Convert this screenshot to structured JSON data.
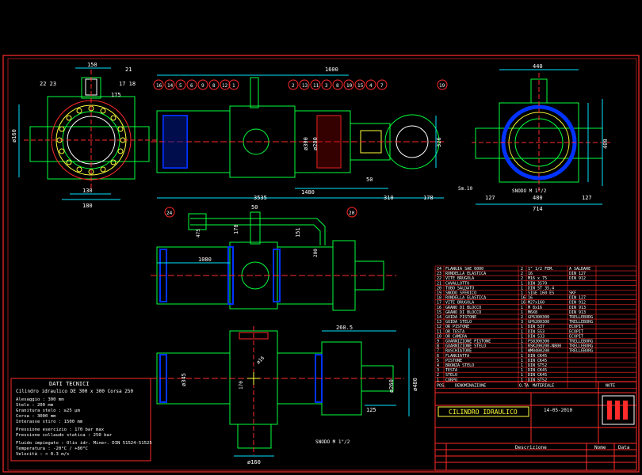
{
  "drawing": {
    "dims": {
      "d150": "150",
      "d21": "21",
      "d22_23": "22 23",
      "d17_18": "17 18",
      "d175": "175",
      "d130": "130",
      "d180": "180",
      "d1600": "1600",
      "d1480": "1480",
      "d3535": "3535",
      "d310": "310",
      "d178": "178",
      "d50": "50",
      "d326": "326",
      "d300": "ø300",
      "d200": "ø200",
      "d440": "440",
      "d400": "400",
      "d127a": "127",
      "d480": "480",
      "d127b": "127",
      "d714": "714",
      "sm10": "Sm.10",
      "d1080": "1080",
      "d170": "170",
      "d151": "151",
      "d125": "125",
      "d260": "ø260",
      "d345": "ø345",
      "d160b": "ø160",
      "d200b": "200",
      "d216": "ø16",
      "d480b": "ø480",
      "d160": "ø160",
      "d2605": "260.5",
      "d24": "24",
      "d20": "20",
      "d19": "19",
      "d1": "1",
      "d75": "475"
    },
    "left_balloons": [
      "16",
      "14",
      "5",
      "6",
      "9",
      "8",
      "12"
    ],
    "mid_balloons": [
      "2",
      "13",
      "11",
      "3",
      "8",
      "10",
      "15",
      "4",
      "7"
    ],
    "notes": {
      "snodo1": "SNODO M 1\"/2",
      "snodo2": "SNODO M 1\"/2"
    }
  },
  "dati": {
    "title": "DATI TECNICI",
    "subtitle": "Cilindro idraulico DE 300 x 300 Corsa 250",
    "lines": [
      "Alesaggio : 300 mm",
      "Stelo : 200 mm",
      "Granitura stelo : ≥25 μm",
      "Corsa : 3000 mm",
      "Interasse stiro : 1500 mm",
      "",
      "Pressione esercizio : 170 bar max",
      "Pressione collaudo statica : 250 bar",
      "",
      "Fluido impiegato : Olio idr. Miner. DIN 51524-51525",
      "Temperatura : -20°C / +80°C",
      "Velocità : < 0.3 m/s"
    ]
  },
  "bom": [
    {
      "n": "24",
      "desc": "FLANGIA SAE 6000",
      "q": "2",
      "mat": "1\" 1/2  FEM.",
      "note": "A SALDARE"
    },
    {
      "n": "23",
      "desc": "RONDELLA ELASTICA",
      "q": "2",
      "mat": "16",
      "note": "DIN 127"
    },
    {
      "n": "22",
      "desc": "VITE BRUGOLA",
      "q": "2",
      "mat": "M16 x 75",
      "note": "DIN 912"
    },
    {
      "n": "21",
      "desc": "CAVALLOTTO",
      "q": "1",
      "mat": "DIN 3570",
      "note": ""
    },
    {
      "n": "20",
      "desc": "TUBO SALDATO",
      "q": "1",
      "mat": "DIN ST 35.4",
      "note": ""
    },
    {
      "n": "19",
      "desc": "SNODO SFERICO",
      "q": "1",
      "mat": "SIGE 160 ES",
      "note": "SKF"
    },
    {
      "n": "18",
      "desc": "RONDELLA ELASTICA",
      "q": "16",
      "mat": "16",
      "note": "DIN 127"
    },
    {
      "n": "17",
      "desc": "VITE BRUGOLA",
      "q": "16",
      "mat": "M27x160",
      "note": "DIN 912"
    },
    {
      "n": "16",
      "desc": "GRANO DI BLOCCO",
      "q": "1",
      "mat": "M 8x16",
      "note": "DIN 913"
    },
    {
      "n": "15",
      "desc": "GRANO DI BLOCCO",
      "q": "1",
      "mat": "M6X8",
      "note": "DIN 913"
    },
    {
      "n": "14",
      "desc": "GUIDA PISTONE",
      "q": "2",
      "mat": "GP6300300",
      "note": "TRELLEBORG"
    },
    {
      "n": "13",
      "desc": "GUIDA STELO",
      "q": "3",
      "mat": "GP6200300",
      "note": "TRELLEBORG"
    },
    {
      "n": "12",
      "desc": "OR PISTONE",
      "q": "1",
      "mat": "DIN 537",
      "note": "ECOPIT"
    },
    {
      "n": "11",
      "desc": "OR TESTA",
      "q": "1",
      "mat": "DIN 553",
      "note": "ECOPIT"
    },
    {
      "n": "10",
      "desc": "OR CAMERA",
      "q": "1",
      "mat": "DIN 533",
      "note": "ECOPIT"
    },
    {
      "n": "9",
      "desc": "GUARNIZIONE PISTONE",
      "q": "1",
      "mat": "PS8300300",
      "note": "TRELLEBORG"
    },
    {
      "n": "8",
      "desc": "GUARNIZIONE STELO",
      "q": "1",
      "mat": "RSK200200-N800",
      "note": "TRELLEBORG"
    },
    {
      "n": "7",
      "desc": "RASCHIATORE",
      "q": "1",
      "mat": "WM0400200",
      "note": "TRELLEBORG"
    },
    {
      "n": "6",
      "desc": "FLANGIATTA",
      "q": "1",
      "mat": "DIN CK45",
      "note": ""
    },
    {
      "n": "5",
      "desc": "PISTONE",
      "q": "1",
      "mat": "DIN CK45",
      "note": ""
    },
    {
      "n": "4",
      "desc": "BRONZA STELO",
      "q": "1",
      "mat": "DIN ST52",
      "note": ""
    },
    {
      "n": "3",
      "desc": "TESTA",
      "q": "1",
      "mat": "DIN CK45",
      "note": ""
    },
    {
      "n": "2",
      "desc": "STELO",
      "q": "1",
      "mat": "DIN CK45",
      "note": ""
    },
    {
      "n": "1",
      "desc": "CORPO",
      "q": "1",
      "mat": "DIN ST52",
      "note": ""
    }
  ],
  "bom_header": {
    "pos": "POS.",
    "denom": "DENOMINAZIONE",
    "q": "Q.TA",
    "mat": "MATERIALE",
    "note": "NOTE"
  },
  "title_block": {
    "title": "CILINDRO IDRAULICO",
    "date": "14-05-2010",
    "descrizione": "Descrizione",
    "nome": "Nome",
    "data": "Data"
  }
}
